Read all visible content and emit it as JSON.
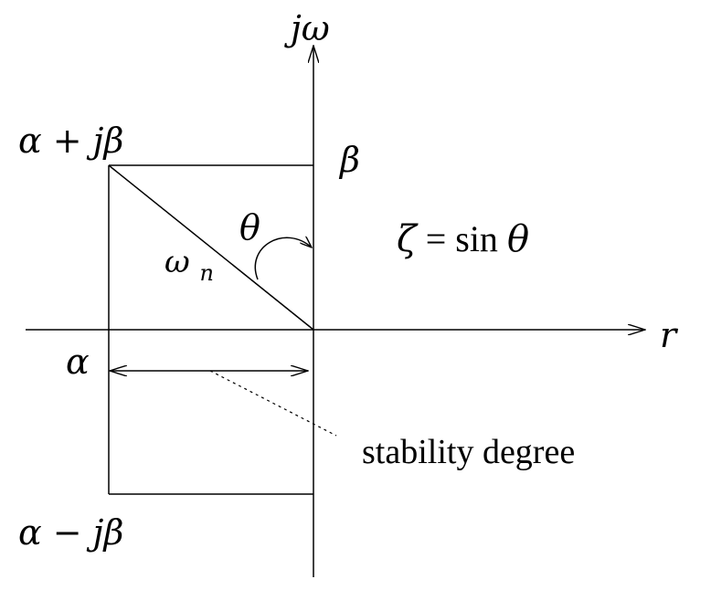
{
  "axes": {
    "vertical_label": "jω",
    "horizontal_label": "r"
  },
  "labels": {
    "upper_pole": "α + jβ",
    "lower_pole": "α − jβ",
    "beta": "β",
    "theta": "θ",
    "omega_n": "ω",
    "omega_n_sub": "n",
    "alpha": "α",
    "equation_zeta": "ζ",
    "equation_equals": " = ",
    "equation_sin": "sin",
    "equation_theta": " θ",
    "stability_degree": "stability degree"
  },
  "colors": {
    "stroke": "#000000",
    "background": "#ffffff"
  }
}
